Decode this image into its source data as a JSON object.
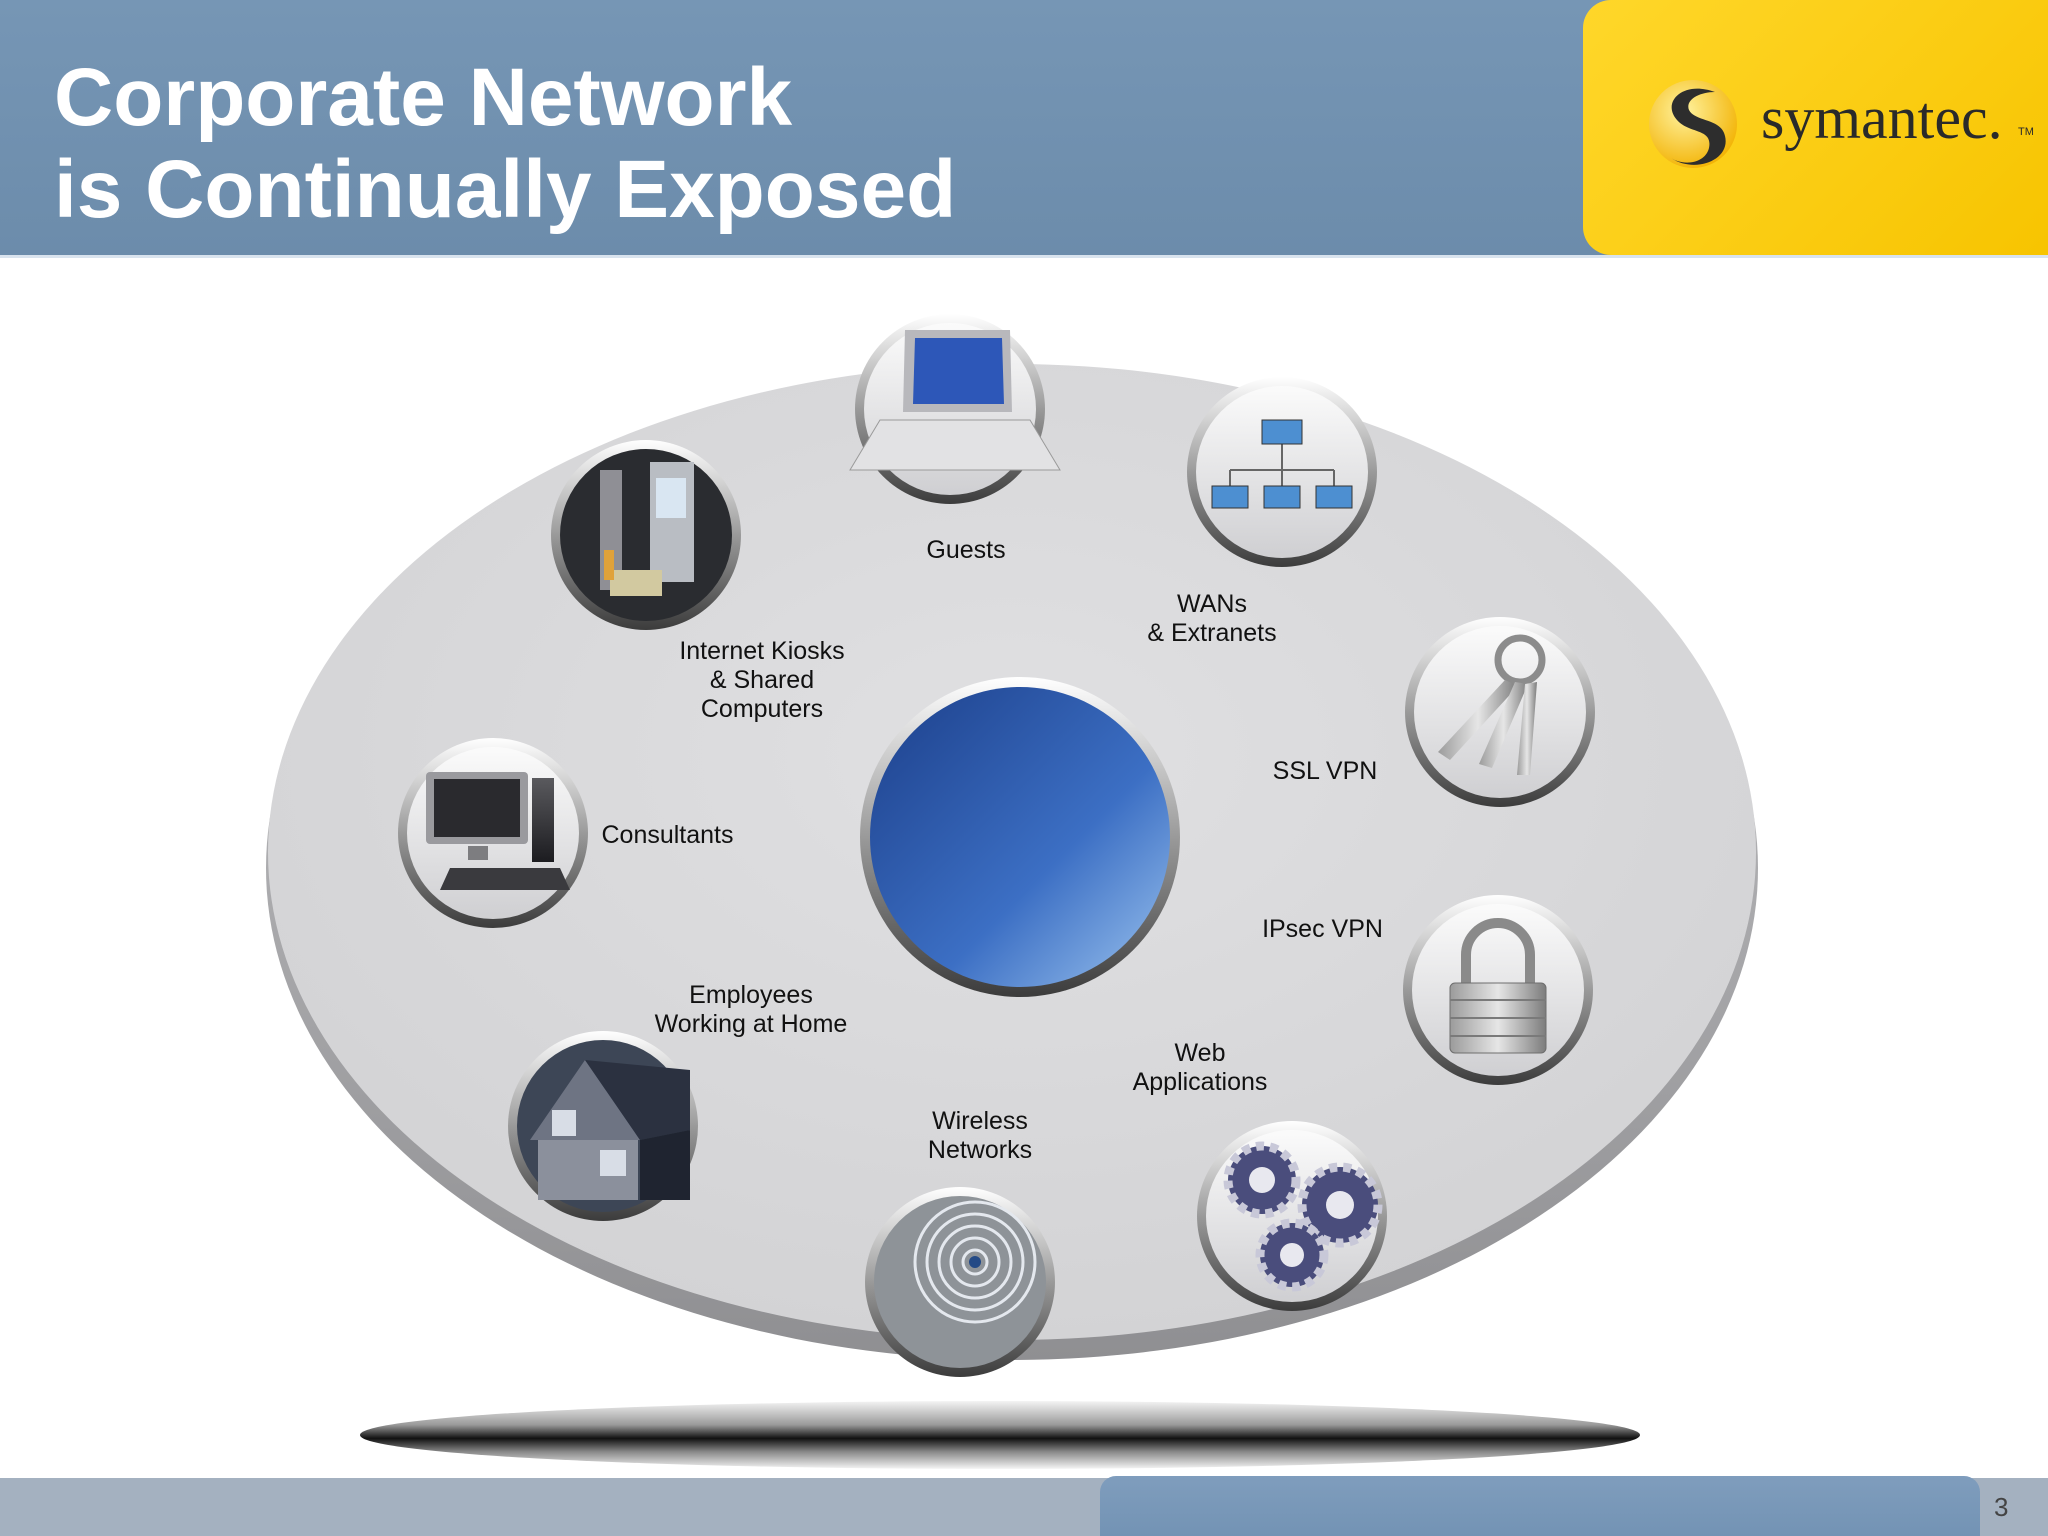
{
  "header": {
    "title_line1": "Corporate Network",
    "title_line2": "is Continually Exposed"
  },
  "logo": {
    "text": "symantec.",
    "tm": "TM"
  },
  "diagram": {
    "center_icon": "office-building-icon",
    "nodes": [
      {
        "id": "guests",
        "label": "Guests",
        "icon": "laptop-icon"
      },
      {
        "id": "wans",
        "label": "WANs\n& Extranets",
        "icon": "network-topology-icon"
      },
      {
        "id": "ssl-vpn",
        "label": "SSL VPN",
        "icon": "keys-icon"
      },
      {
        "id": "ipsec-vpn",
        "label": "IPsec VPN",
        "icon": "padlock-icon"
      },
      {
        "id": "web-apps",
        "label": "Web\nApplications",
        "icon": "gears-icon"
      },
      {
        "id": "wireless",
        "label": "Wireless\nNetworks",
        "icon": "wireless-signal-icon"
      },
      {
        "id": "employees-home",
        "label": "Employees\nWorking at Home",
        "icon": "house-icon"
      },
      {
        "id": "consultants",
        "label": "Consultants",
        "icon": "desktop-computer-icon"
      },
      {
        "id": "kiosks",
        "label": "Internet Kiosks\n& Shared\nComputers",
        "icon": "kiosk-terminal-icon"
      }
    ]
  },
  "footer": {
    "page_number": "3"
  },
  "colors": {
    "header": "#6c8cab",
    "logo_bg": "#fdcc0f",
    "disc": "#d8d8da",
    "footer": "#a4b1c0"
  }
}
